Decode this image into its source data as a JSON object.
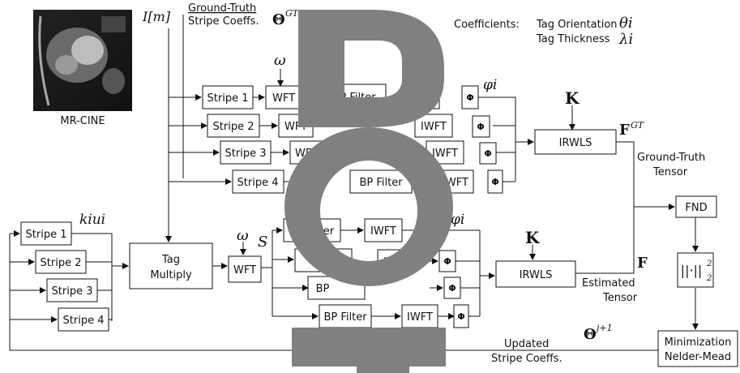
{
  "image_label": "MR-CINE",
  "input_label": "I[m]",
  "gt_coeffs": {
    "line1": "Ground-Truth",
    "line2": "Stripe Coeffs.",
    "symbol": "Θ",
    "superscript": "GT"
  },
  "coefficients": {
    "title": "Coefficients:",
    "orientation": "Tag Orientation",
    "orientation_sym": "θi",
    "thickness": "Tag Thickness",
    "thickness_sym": "λi"
  },
  "symbols": {
    "omega": "ω",
    "phi_i": "φi",
    "phi_i_lower": "φi",
    "S": "S",
    "kiui": "kiui",
    "K": "K",
    "F": "F",
    "FGT": "FGT",
    "F_sup": "GT",
    "theta_next": "Θ",
    "theta_next_sup": "j+1"
  },
  "blocks": {
    "stripe1": "Stripe 1",
    "stripe2": "Stripe 2",
    "stripe3": "Stripe 3",
    "stripe4": "Stripe 4",
    "wft": "WFT",
    "bp_filter": "BP Filter",
    "iwft": "IWFT",
    "phi": "Φ",
    "irwls": "IRWLS",
    "tag_multiply_1": "Tag",
    "tag_multiply_2": "Multiply",
    "fnd": "FND",
    "norm": "||·||",
    "norm_sup": "2",
    "norm_sub": "2",
    "minimization_1": "Minimization",
    "minimization_2": "Nelder-Mead",
    "filter": "Filter",
    "bp": "BP"
  },
  "labels": {
    "gt_tensor_1": "Ground-Truth",
    "gt_tensor_2": "Tensor",
    "est_tensor_1": "Estimated",
    "est_tensor_2": "Tensor",
    "updated_1": "Updated",
    "updated_2": "Stripe Coeffs."
  },
  "colors": {
    "overlay": "#808080"
  }
}
